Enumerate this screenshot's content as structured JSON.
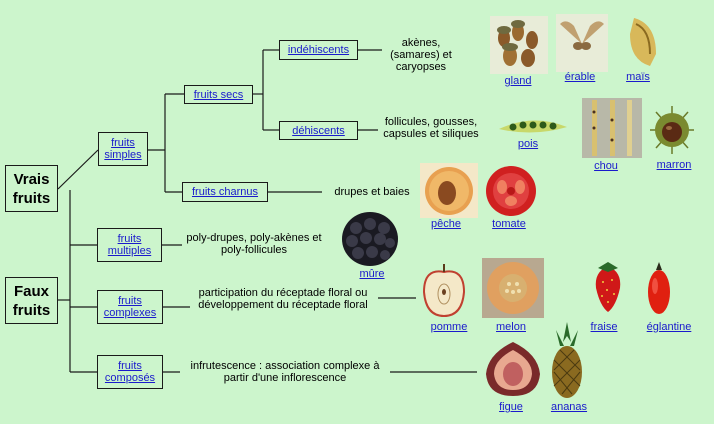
{
  "categories": {
    "vrais": "Vrais fruits",
    "faux": "Faux fruits"
  },
  "nodes": {
    "fruits_simples": "fruits simples",
    "fruits_secs": "fruits secs",
    "indehiscents": "indéhiscents",
    "dehiscents": "déhiscents",
    "fruits_charnus": "fruits charnus",
    "fruits_multiples": "fruits multiples",
    "fruits_complexes": "fruits complexes",
    "fruits_composes": "fruits composés"
  },
  "descriptions": {
    "akenes": "akènes, (samares) et caryopses",
    "follicules": "follicules, gousses, capsules et siliques",
    "drupes": "drupes et baies",
    "polydrupes": "poly-drupes, poly-akènes et poly-follicules",
    "participation": "participation du réceptade floral ou développement du réceptade floral",
    "infrutescence": "infrutescence : association complexe à partir d'une inflorescence"
  },
  "fruits": {
    "gland": "gland",
    "erable": "érable",
    "mais": "maïs",
    "pois": "pois",
    "chou": "chou",
    "marron": "marron",
    "peche": "pêche",
    "tomate": "tomate",
    "mure": "mûre",
    "pomme": "pomme",
    "melon": "melon",
    "fraise": "fraise",
    "eglantine": "églantine",
    "figue": "figue",
    "ananas": "ananas"
  },
  "colors": {
    "background": "#ccf5cc",
    "link": "#1a1acc",
    "line": "#1a1a1a"
  }
}
